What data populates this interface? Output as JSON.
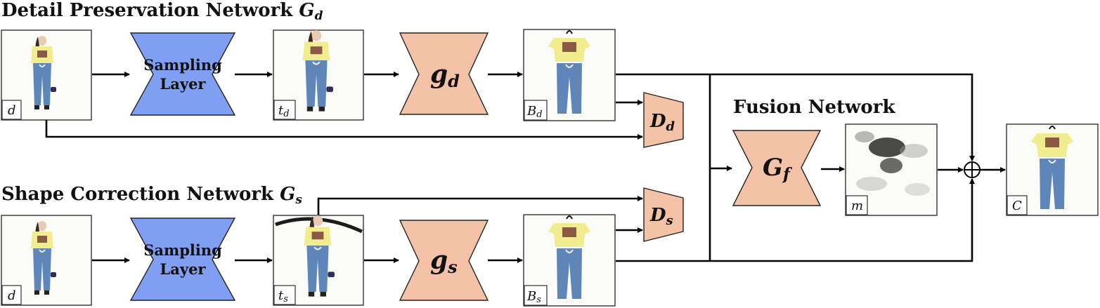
{
  "titles": {
    "detail_network": "Detail Preservation Network ",
    "detail_symbol": "G",
    "detail_sub": "d",
    "shape_network": "Shape Correction Network ",
    "shape_symbol": "G",
    "shape_sub": "s",
    "fusion_network": "Fusion Network"
  },
  "blocks": {
    "sampling_top_line1": "Sampling",
    "sampling_top_line2": "Layer",
    "sampling_bottom_line1": "Sampling",
    "sampling_bottom_line2": "Layer",
    "gd_symbol": "g",
    "gd_sub": "d",
    "gs_symbol": "g",
    "gs_sub": "s",
    "Dd_symbol": "D",
    "Dd_sub": "d",
    "Ds_symbol": "D",
    "Ds_sub": "s",
    "Gf_symbol": "G",
    "Gf_sub": "f",
    "sum_operator": "⊕"
  },
  "image_tags": {
    "d_top": "d",
    "td_sym": "t",
    "td_sub": "d",
    "Bd_sym": "B",
    "Bd_sub": "d",
    "d_bottom": "d",
    "ts_sym": "t",
    "ts_sub": "s",
    "Bs_sym": "B",
    "Bs_sub": "s",
    "m": "m",
    "C": "C"
  },
  "colors": {
    "sampling_layer": "#809ff3",
    "generator_blocks": "#f4c3a7",
    "arrows": "#000000"
  }
}
